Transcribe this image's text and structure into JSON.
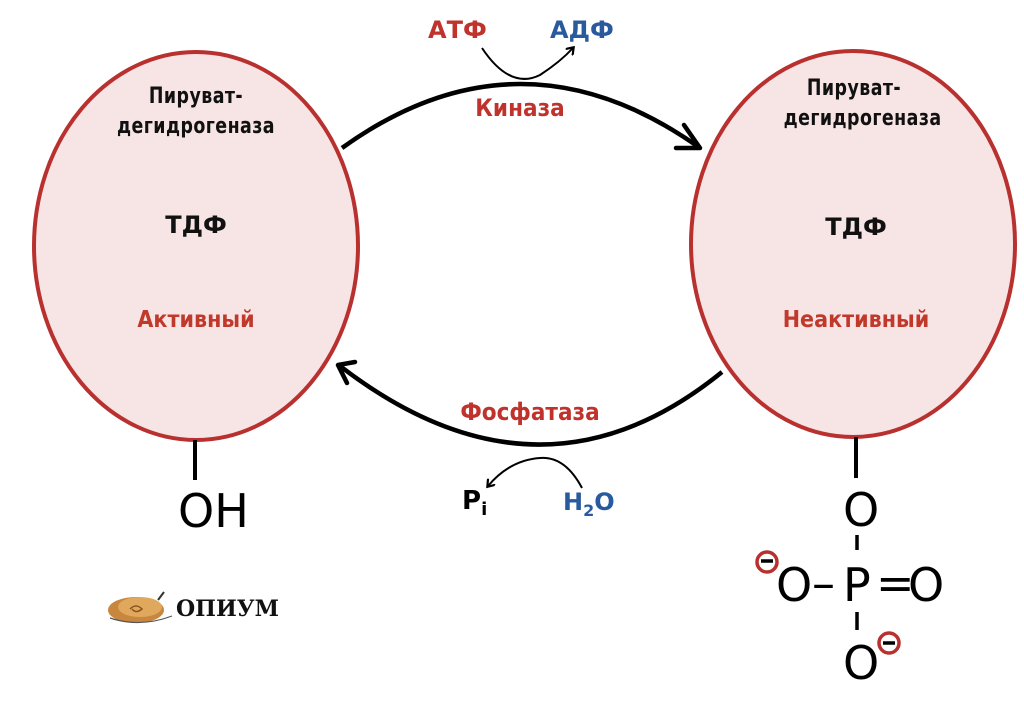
{
  "colors": {
    "ellipse_fill": "#f7e4e5",
    "ellipse_stroke": "#b8312f",
    "red_text": "#c0322c",
    "blue_text": "#2a5a9e",
    "black": "#000000"
  },
  "left_enzyme": {
    "name_line1": "Пируват-",
    "name_line2": "дегидрогеназа",
    "cofactor": "ТДФ",
    "state": "Активный",
    "group": "OH"
  },
  "right_enzyme": {
    "name_line1": "Пируват-",
    "name_line2": "дегидрогеназа",
    "cofactor": "ТДФ",
    "state": "Неактивный",
    "phosphate": {
      "top_o": "O",
      "left_o": "O",
      "bond_single": "–",
      "p": "P",
      "bond_double": "=",
      "right_o": "O",
      "bottom_o": "O",
      "charge": "−"
    }
  },
  "top_reaction": {
    "enzyme": "Киназа",
    "substrate": "АТФ",
    "product": "АДФ"
  },
  "bottom_reaction": {
    "enzyme": "Фосфатаза",
    "product_main": "P",
    "product_sub": "i",
    "substrate_main": "H",
    "substrate_sub": "2",
    "substrate_tail": "O"
  },
  "logo": {
    "text": "ОПИУМ",
    "icon": "snail-icon"
  }
}
